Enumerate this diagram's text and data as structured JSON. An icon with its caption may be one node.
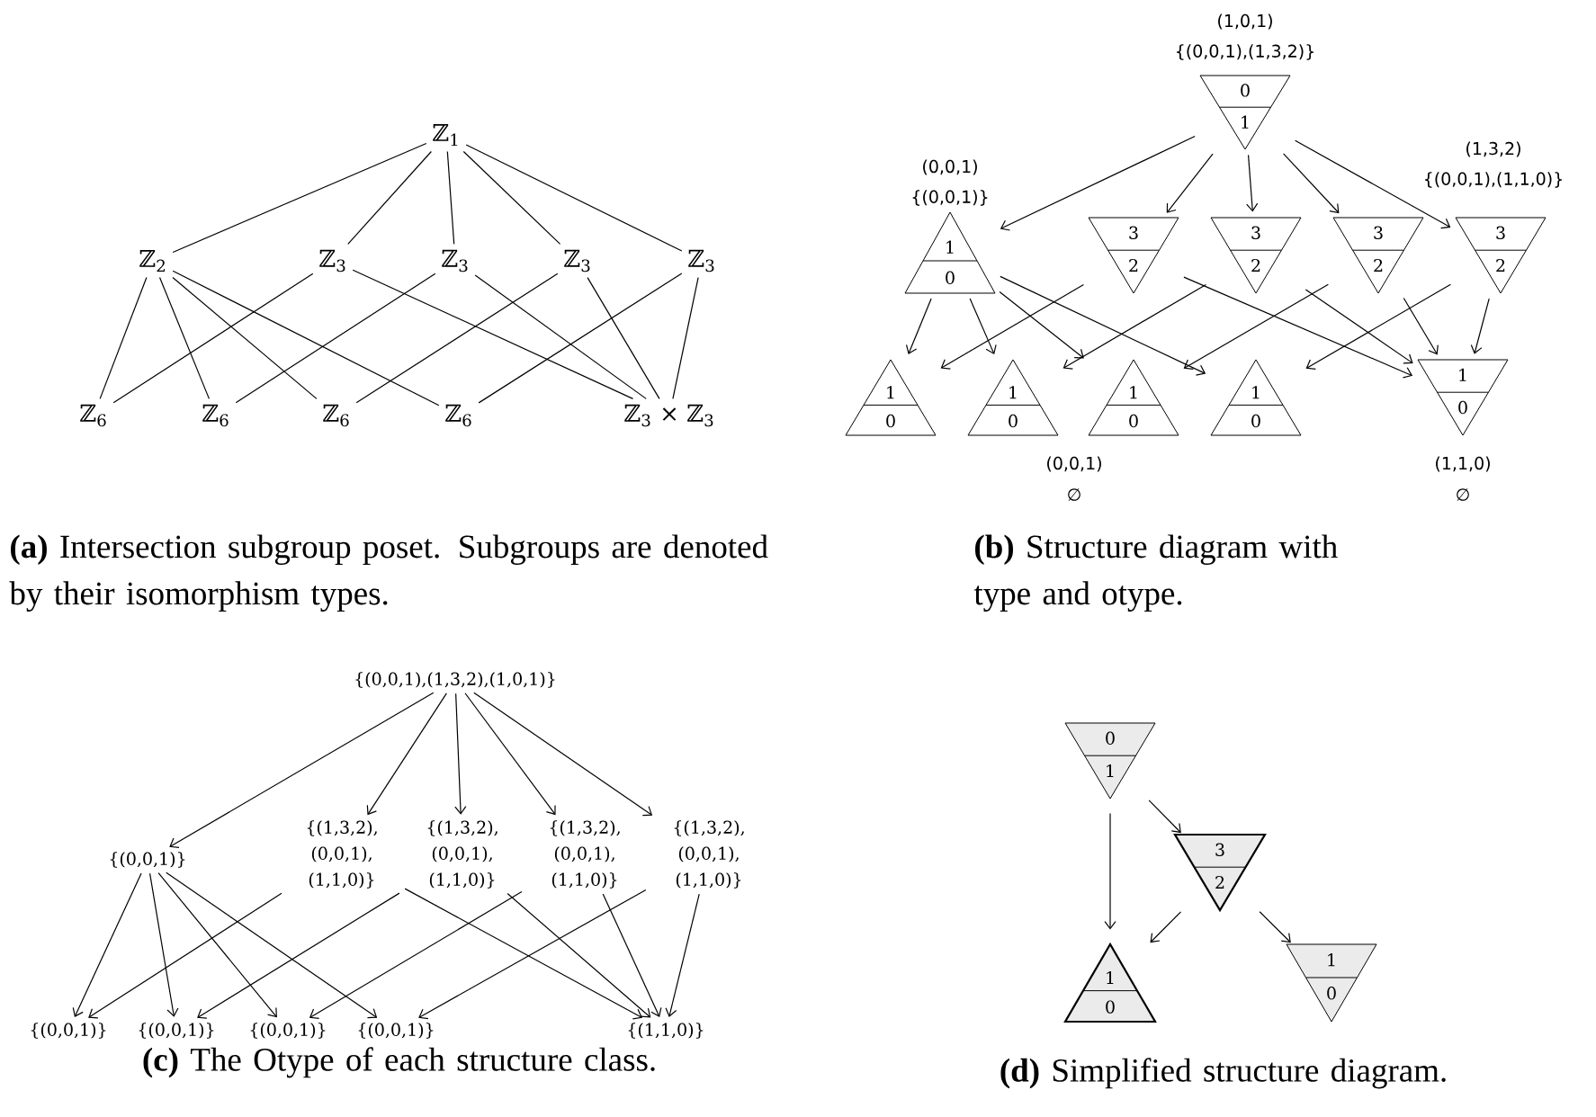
{
  "diagram": {
    "nodes": [
      {
        "text": [
          "ℤ$_{1}$"
        ]
      },
      {
        "text": [
          "ℤ$_{2}$"
        ]
      },
      {
        "text": [
          "ℤ$_{3}$"
        ]
      },
      {
        "text": [
          "ℤ$_{3}$"
        ]
      },
      {
        "text": [
          "ℤ$_{3}$"
        ]
      },
      {
        "text": [
          "ℤ$_{3}$"
        ]
      },
      {
        "text": [
          "ℤ$_{6}$"
        ]
      },
      {
        "text": [
          "ℤ$_{6}$"
        ]
      },
      {
        "text": [
          "ℤ$_{6}$"
        ]
      },
      {
        "text": [
          "ℤ$_{6}$"
        ]
      },
      {
        "text": [
          "ℤ$_{3}$ × ℤ$_{3}$"
        ]
      },
      {
        "text": [
          "0",
          "1"
        ],
        "beside": [
          "(1,0,1)",
          "{(0,0,1),(1,3,2)}"
        ]
      },
      {
        "text": [
          "1",
          "0"
        ],
        "beside": [
          "(0,0,1)",
          "{(0,0,1)}"
        ]
      },
      {
        "text": [
          "3",
          "2"
        ]
      },
      {
        "text": [
          "3",
          "2"
        ]
      },
      {
        "text": [
          "3",
          "2"
        ]
      },
      {
        "text": [
          "3",
          "2"
        ],
        "beside": [
          "(1,3,2)",
          "{(0,0,1),(1,1,0)}"
        ]
      },
      {
        "text": [
          "1",
          "0"
        ]
      },
      {
        "text": [
          "1",
          "0"
        ],
        "beside": [
          "(0,0,1)",
          "∅"
        ]
      },
      {
        "text": [
          "1",
          "0"
        ]
      },
      {
        "text": [
          "1",
          "0"
        ]
      },
      {
        "text": [
          "1",
          "0"
        ],
        "beside": [
          "(1,1,0)",
          "∅"
        ]
      },
      {
        "text": [
          "{(0,0,1),(1,3,2),(1,0,1)}"
        ]
      },
      {
        "text": [
          "{(0,0,1)}"
        ]
      },
      {
        "text": [
          "{(1,3,2), (0,0,1), (1,1,0)}"
        ]
      },
      {
        "text": [
          "{(1,3,2), (0,0,1), (1,1,0)}"
        ]
      },
      {
        "text": [
          "{(1,3,2), (0,0,1), (1,1,0)}"
        ]
      },
      {
        "text": [
          "{(1,3,2), (0,0,1), (1,1,0)}"
        ]
      },
      {
        "text": [
          "{(0,0,1)}"
        ]
      },
      {
        "text": [
          "{(0,0,1)}"
        ]
      },
      {
        "text": [
          "{(0,0,1)}"
        ]
      },
      {
        "text": [
          "{(0,0,1)}"
        ]
      },
      {
        "text": [
          "{(1,1,0)}"
        ]
      },
      {
        "text": [
          "0",
          "1"
        ]
      },
      {
        "text": [
          "3",
          "2"
        ]
      },
      {
        "text": [
          "1",
          "0"
        ]
      },
      {
        "text": [
          "1",
          "0"
        ]
      }
    ],
    "edges": [
      {
        "from": 0,
        "to": 1,
        "arrow": "none"
      },
      {
        "from": 0,
        "to": 2,
        "arrow": "none"
      },
      {
        "from": 0,
        "to": 3,
        "arrow": "none"
      },
      {
        "from": 0,
        "to": 4,
        "arrow": "none"
      },
      {
        "from": 0,
        "to": 5,
        "arrow": "none"
      },
      {
        "from": 1,
        "to": 6,
        "arrow": "none"
      },
      {
        "from": 1,
        "to": 7,
        "arrow": "none"
      },
      {
        "from": 1,
        "to": 8,
        "arrow": "none"
      },
      {
        "from": 1,
        "to": 9,
        "arrow": "none"
      },
      {
        "from": 2,
        "to": 6,
        "arrow": "none"
      },
      {
        "from": 2,
        "to": 10,
        "arrow": "none"
      },
      {
        "from": 3,
        "to": 7,
        "arrow": "none"
      },
      {
        "from": 3,
        "to": 10,
        "arrow": "none"
      },
      {
        "from": 4,
        "to": 8,
        "arrow": "none"
      },
      {
        "from": 4,
        "to": 10,
        "arrow": "none"
      },
      {
        "from": 5,
        "to": 9,
        "arrow": "none"
      },
      {
        "from": 5,
        "to": 10,
        "arrow": "none"
      },
      {
        "from": 11,
        "to": 12,
        "arrow": "to"
      },
      {
        "from": 11,
        "to": 13,
        "arrow": "to"
      },
      {
        "from": 11,
        "to": 14,
        "arrow": "to"
      },
      {
        "from": 11,
        "to": 15,
        "arrow": "to"
      },
      {
        "from": 11,
        "to": 16,
        "arrow": "to"
      },
      {
        "from": 12,
        "to": 17,
        "arrow": "to"
      },
      {
        "from": 12,
        "to": 18,
        "arrow": "to"
      },
      {
        "from": 12,
        "to": 19,
        "arrow": "to"
      },
      {
        "from": 12,
        "to": 20,
        "arrow": "to"
      },
      {
        "from": 13,
        "to": 17,
        "arrow": "to"
      },
      {
        "from": 13,
        "to": 21,
        "arrow": "to"
      },
      {
        "from": 14,
        "to": 18,
        "arrow": "to"
      },
      {
        "from": 14,
        "to": 21,
        "arrow": "to"
      },
      {
        "from": 15,
        "to": 19,
        "arrow": "to"
      },
      {
        "from": 15,
        "to": 21,
        "arrow": "to"
      },
      {
        "from": 16,
        "to": 20,
        "arrow": "to"
      },
      {
        "from": 16,
        "to": 21,
        "arrow": "to"
      },
      {
        "from": 22,
        "to": 23,
        "arrow": "to"
      },
      {
        "from": 22,
        "to": 24,
        "arrow": "to"
      },
      {
        "from": 22,
        "to": 25,
        "arrow": "to"
      },
      {
        "from": 22,
        "to": 26,
        "arrow": "to"
      },
      {
        "from": 22,
        "to": 27,
        "arrow": "to"
      },
      {
        "from": 23,
        "to": 28,
        "arrow": "to"
      },
      {
        "from": 23,
        "to": 29,
        "arrow": "to"
      },
      {
        "from": 23,
        "to": 30,
        "arrow": "to"
      },
      {
        "from": 23,
        "to": 31,
        "arrow": "to"
      },
      {
        "from": 24,
        "to": 28,
        "arrow": "to"
      },
      {
        "from": 24,
        "to": 32,
        "arrow": "to"
      },
      {
        "from": 25,
        "to": 29,
        "arrow": "to"
      },
      {
        "from": 25,
        "to": 32,
        "arrow": "to"
      },
      {
        "from": 26,
        "to": 30,
        "arrow": "to"
      },
      {
        "from": 26,
        "to": 32,
        "arrow": "to"
      },
      {
        "from": 27,
        "to": 31,
        "arrow": "to"
      },
      {
        "from": 27,
        "to": 32,
        "arrow": "to"
      },
      {
        "from": 33,
        "to": 35,
        "arrow": "to"
      },
      {
        "from": 33,
        "to": 34,
        "arrow": "to"
      },
      {
        "from": 34,
        "to": 35,
        "arrow": "to"
      },
      {
        "from": 34,
        "to": 36,
        "arrow": "to"
      }
    ],
    "labels": [
      "**(a)** Intersection subgroup poset. Subgroups are denoted by their isomorphism types.",
      "**(b)** Structure diagram with type and otype.",
      "**(c)** The Otype of each structure class.",
      "**(d)** Simplified structure diagram."
    ]
  }
}
